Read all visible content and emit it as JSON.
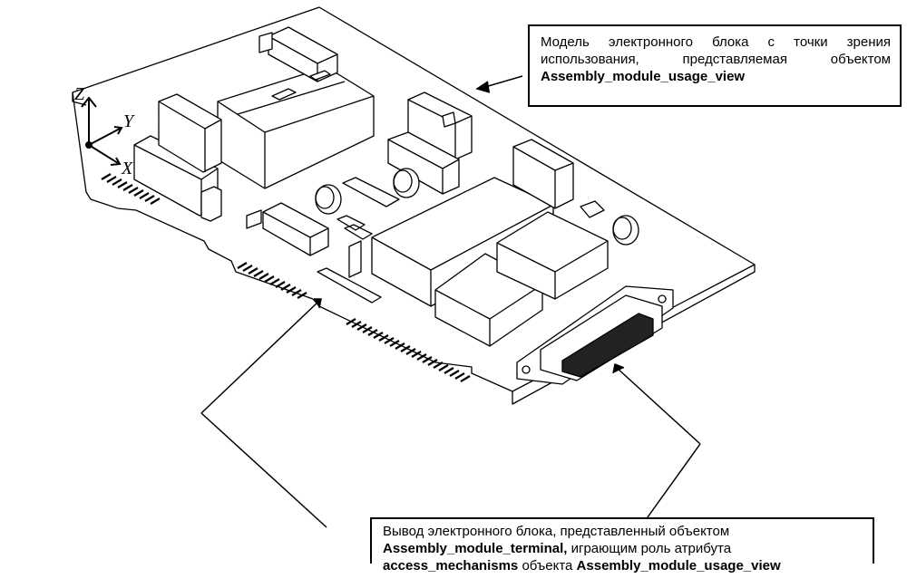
{
  "callouts": {
    "module_view": {
      "text_1": "Модель электронного блока с точки зрения использования, представляемая объектом ",
      "bold_1": "Assembly_module_usage_view"
    },
    "terminal": {
      "text_1": "Вывод электронного блока, представленный объектом ",
      "bold_1": "Assembly_module_terminal,",
      "text_2": " играющим роль атрибута ",
      "bold_2": "access_mechanisms",
      "text_3": " объекта ",
      "bold_3": "Assembly_module_usage_view"
    }
  },
  "axes": {
    "z": "Z",
    "y": "Y",
    "x": "X"
  },
  "colors": {
    "line": "#000000",
    "background": "#ffffff"
  }
}
